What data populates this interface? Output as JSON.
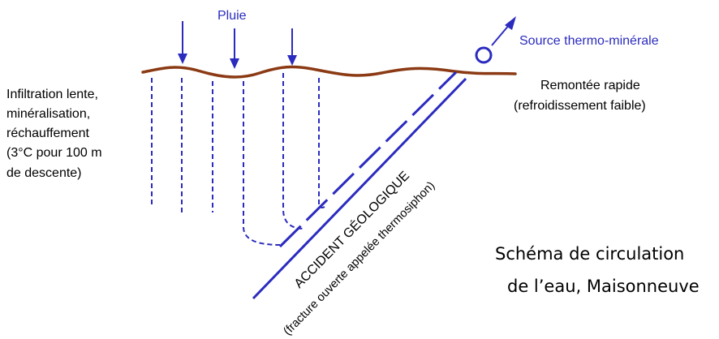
{
  "labels": {
    "rain": "Pluie",
    "source": "Source thermo-minérale",
    "infiltration": [
      "Infiltration lente,",
      "minéralisation,",
      "réchauffement",
      "(3°C pour 100 m",
      "de descente)"
    ],
    "ascent": [
      "Remontée rapide",
      "(refroidissement faible)"
    ],
    "fault_title": "ACCIDENT GÉOLOGIQUE",
    "fault_subtitle": "(fracture ouverte appelée thermosiphon)",
    "caption": [
      "Schéma de circulation",
      "de l’eau, Maisonneuve"
    ]
  },
  "colors": {
    "water": "#2b2bbf",
    "ground_surface": "#8b3a14",
    "text": "#000000"
  }
}
